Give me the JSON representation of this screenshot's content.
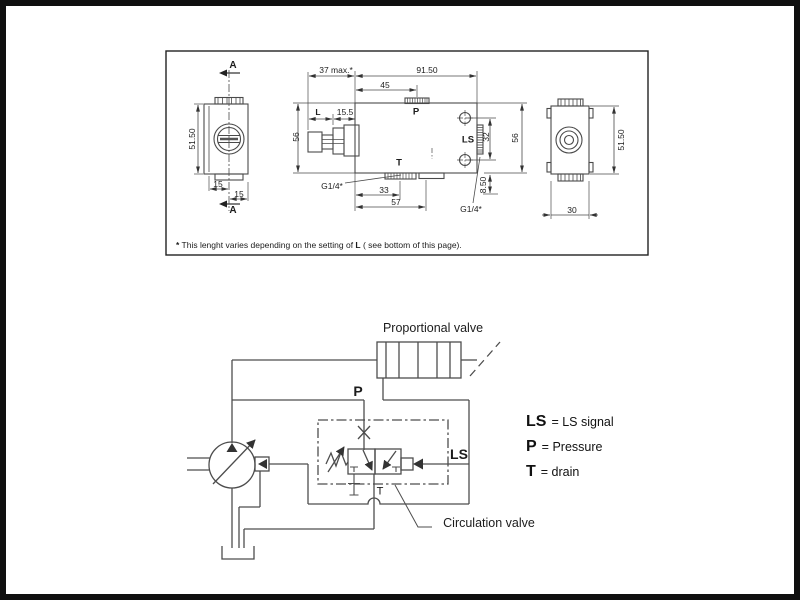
{
  "top_drawing": {
    "left_view": {
      "section_label_top": "A",
      "section_label_bottom": "A",
      "dim_height": "51.50",
      "dim_15a": "15",
      "dim_15b": "15"
    },
    "middle_view": {
      "dim_37max": "37 max.*",
      "dim_9150": "91.50",
      "dim_45": "45",
      "dim_l": "L",
      "dim_155": "15.5",
      "dim_56_left": "56",
      "port_p": "P",
      "port_t": "T",
      "port_ls": "LS",
      "dim_32": "32",
      "dim_56_right": "56",
      "dim_850": "8.50",
      "dim_33": "33",
      "dim_57": "57",
      "thread_t": "G1/4*",
      "thread_ls": "G1/4*"
    },
    "right_view": {
      "dim_height": "51.50",
      "dim_width": "30"
    },
    "footnote": {
      "star": "*",
      "pre": " This lenght varies depending on the setting of ",
      "bold_l": "L",
      "post": " ( see bottom of this page)."
    }
  },
  "schematic": {
    "proportional_valve_label": "Proportional valve",
    "circulation_valve_label": "Circulation valve",
    "port_p": "P",
    "port_ls": "LS",
    "port_t": "T",
    "legend": [
      {
        "symbol": "LS",
        "desc": "= LS signal"
      },
      {
        "symbol": "P",
        "desc": "= Pressure"
      },
      {
        "symbol": "T",
        "desc": "= drain"
      }
    ]
  },
  "colors": {
    "line": "#4a4a4a",
    "thin": "#6a6a6a",
    "text": "#1c1c1c",
    "frame": "#0f0f0f"
  }
}
